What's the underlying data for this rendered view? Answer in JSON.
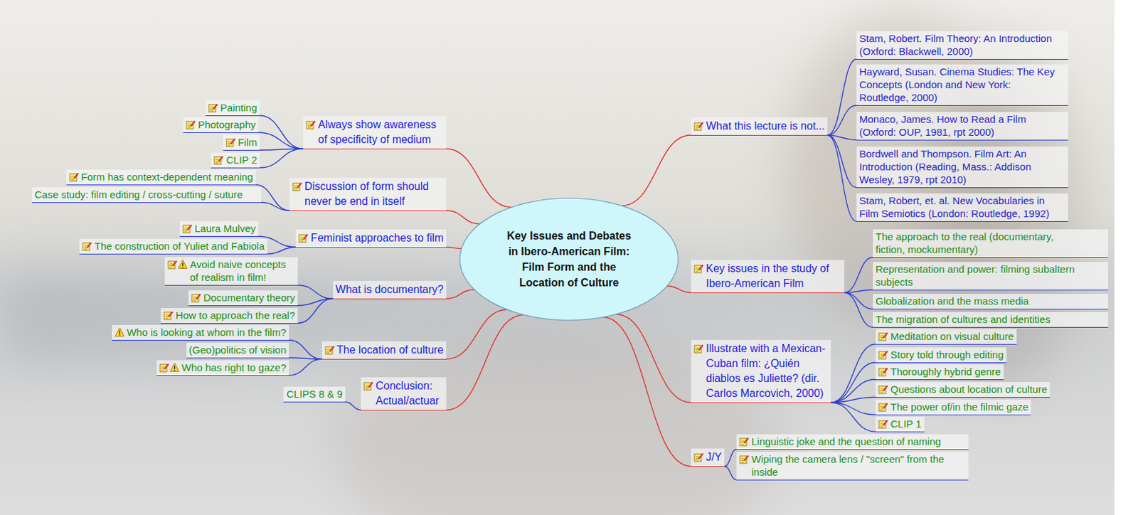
{
  "diagram": {
    "nodes": [
      {
        "text": [
          "Key Issues and Debates in Ibero-American Film: Film Form and the Location of Culture"
        ]
      },
      {
        "text": [
          "Always show awareness of specificity of medium"
        ]
      },
      {
        "text": [
          "Painting"
        ]
      },
      {
        "text": [
          "Photography"
        ]
      },
      {
        "text": [
          "Film"
        ]
      },
      {
        "text": [
          "CLIP 2"
        ]
      },
      {
        "text": [
          "Discussion of form should never be end in itself"
        ]
      },
      {
        "text": [
          "Form has context-dependent meaning"
        ]
      },
      {
        "text": [
          "Case study: film editing / cross-cutting / suture"
        ]
      },
      {
        "text": [
          "Feminist approaches to film"
        ]
      },
      {
        "text": [
          "Laura Mulvey"
        ]
      },
      {
        "text": [
          "The construction of Yuliet and Fabiola"
        ]
      },
      {
        "text": [
          "What is documentary?"
        ]
      },
      {
        "text": [
          "Avoid naive concepts of realism in film!"
        ]
      },
      {
        "text": [
          "Documentary theory"
        ]
      },
      {
        "text": [
          "How to approach the real?"
        ]
      },
      {
        "text": [
          "The location of culture"
        ]
      },
      {
        "text": [
          "Who is looking at whom in the film?"
        ]
      },
      {
        "text": [
          "(Geo)politics of vision"
        ]
      },
      {
        "text": [
          "Who has right to gaze?"
        ]
      },
      {
        "text": [
          "Conclusion: Actual/actuar"
        ]
      },
      {
        "text": [
          "CLIPS 8 & 9"
        ]
      },
      {
        "text": [
          "What this lecture is not..."
        ]
      },
      {
        "text": [
          "Stam, Robert. Film Theory: An Introduction (Oxford: Blackwell, 2000)"
        ]
      },
      {
        "text": [
          "Hayward, Susan. Cinema Studies: The Key Concepts (London and New York: Routledge, 2000)"
        ]
      },
      {
        "text": [
          "Monaco, James. How to Read a Film (Oxford: OUP, 1981, rpt 2000)"
        ]
      },
      {
        "text": [
          "Bordwell and Thompson. Film Art: An Introduction (Reading, Mass.: Addison Wesley, 1979, rpt 2010)"
        ]
      },
      {
        "text": [
          "Stam, Robert, et. al. New Vocabularies in Film Semiotics (London: Routledge, 1992)"
        ]
      },
      {
        "text": [
          "Key issues in the study of Ibero-American Film"
        ]
      },
      {
        "text": [
          "The approach to the real (documentary, fiction, mockumentary)"
        ]
      },
      {
        "text": [
          "Representation and power: filming subaltern subjects"
        ]
      },
      {
        "text": [
          "Globalization and the mass media"
        ]
      },
      {
        "text": [
          "The migration of cultures and identities"
        ]
      },
      {
        "text": [
          "Illustrate with a Mexican-Cuban film: ¿Quién diablos es Juliette? (dir. Carlos Marcovich, 2000)"
        ]
      },
      {
        "text": [
          "Meditation on visual culture"
        ]
      },
      {
        "text": [
          "Story told through editing"
        ]
      },
      {
        "text": [
          "Thoroughly hybrid genre"
        ]
      },
      {
        "text": [
          "Questions about location of culture"
        ]
      },
      {
        "text": [
          "The power of/in the filmic gaze"
        ]
      },
      {
        "text": [
          "CLIP 1"
        ]
      },
      {
        "text": [
          "J/Y"
        ]
      },
      {
        "text": [
          "Linguistic joke and the question of naming"
        ]
      },
      {
        "text": [
          "Wiping the camera lens / \"screen\" from the inside"
        ]
      }
    ],
    "edges": [
      {
        "from": 0,
        "to": 1,
        "arrow": "none"
      },
      {
        "from": 1,
        "to": 2,
        "arrow": "none"
      },
      {
        "from": 1,
        "to": 3,
        "arrow": "none"
      },
      {
        "from": 1,
        "to": 4,
        "arrow": "none"
      },
      {
        "from": 1,
        "to": 5,
        "arrow": "none"
      },
      {
        "from": 0,
        "to": 6,
        "arrow": "none"
      },
      {
        "from": 6,
        "to": 7,
        "arrow": "none"
      },
      {
        "from": 6,
        "to": 8,
        "arrow": "none"
      },
      {
        "from": 0,
        "to": 9,
        "arrow": "none"
      },
      {
        "from": 9,
        "to": 10,
        "arrow": "none"
      },
      {
        "from": 9,
        "to": 11,
        "arrow": "none"
      },
      {
        "from": 0,
        "to": 12,
        "arrow": "none"
      },
      {
        "from": 12,
        "to": 13,
        "arrow": "none"
      },
      {
        "from": 12,
        "to": 14,
        "arrow": "none"
      },
      {
        "from": 12,
        "to": 15,
        "arrow": "none"
      },
      {
        "from": 0,
        "to": 16,
        "arrow": "none"
      },
      {
        "from": 16,
        "to": 17,
        "arrow": "none"
      },
      {
        "from": 16,
        "to": 18,
        "arrow": "none"
      },
      {
        "from": 16,
        "to": 19,
        "arrow": "none"
      },
      {
        "from": 0,
        "to": 20,
        "arrow": "none"
      },
      {
        "from": 20,
        "to": 21,
        "arrow": "none"
      },
      {
        "from": 0,
        "to": 22,
        "arrow": "none"
      },
      {
        "from": 22,
        "to": 23,
        "arrow": "none"
      },
      {
        "from": 22,
        "to": 24,
        "arrow": "none"
      },
      {
        "from": 22,
        "to": 25,
        "arrow": "none"
      },
      {
        "from": 22,
        "to": 26,
        "arrow": "none"
      },
      {
        "from": 22,
        "to": 27,
        "arrow": "none"
      },
      {
        "from": 0,
        "to": 28,
        "arrow": "none"
      },
      {
        "from": 28,
        "to": 29,
        "arrow": "none"
      },
      {
        "from": 28,
        "to": 30,
        "arrow": "none"
      },
      {
        "from": 28,
        "to": 31,
        "arrow": "none"
      },
      {
        "from": 28,
        "to": 32,
        "arrow": "none"
      },
      {
        "from": 0,
        "to": 33,
        "arrow": "none"
      },
      {
        "from": 33,
        "to": 34,
        "arrow": "none"
      },
      {
        "from": 33,
        "to": 35,
        "arrow": "none"
      },
      {
        "from": 33,
        "to": 36,
        "arrow": "none"
      },
      {
        "from": 33,
        "to": 37,
        "arrow": "none"
      },
      {
        "from": 33,
        "to": 38,
        "arrow": "none"
      },
      {
        "from": 33,
        "to": 39,
        "arrow": "none"
      },
      {
        "from": 0,
        "to": 40,
        "arrow": "none"
      },
      {
        "from": 40,
        "to": 41,
        "arrow": "none"
      },
      {
        "from": 40,
        "to": 42,
        "arrow": "none"
      }
    ]
  }
}
